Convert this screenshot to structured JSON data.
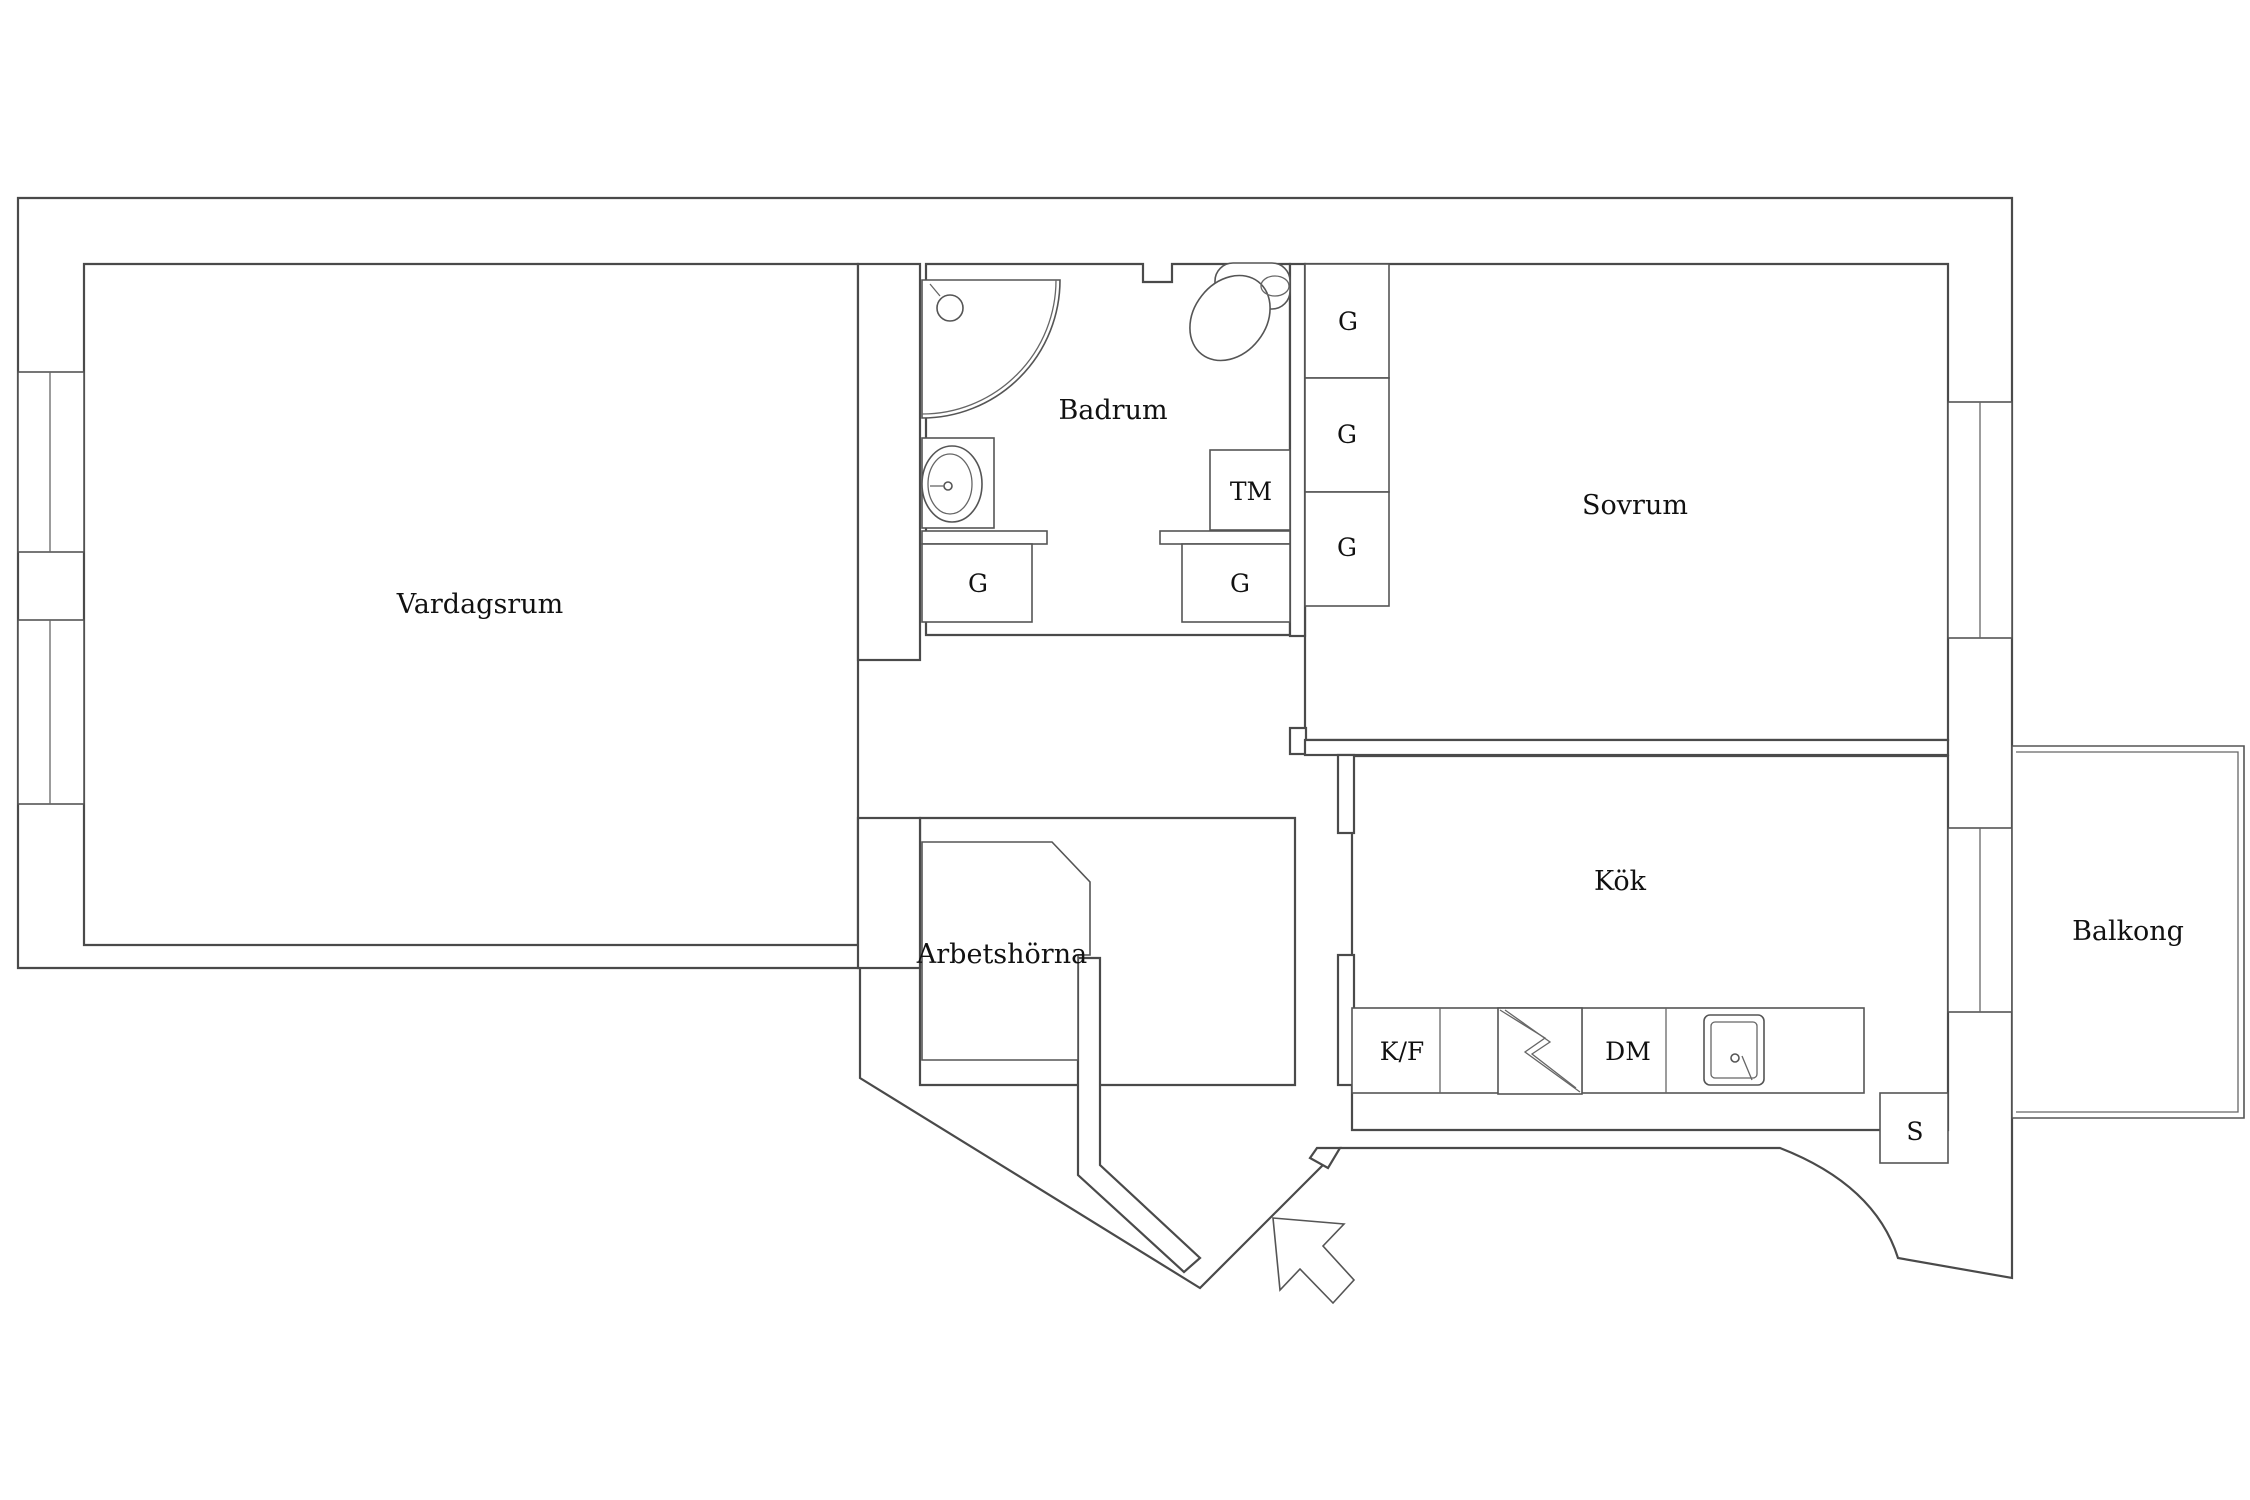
{
  "rooms": {
    "vardagsrum": "Vardagsrum",
    "badrum": "Badrum",
    "sovrum": "Sovrum",
    "kok": "Kök",
    "arbetshorna": "Arbetshörna",
    "balkong": "Balkong"
  },
  "fixtures": {
    "wardrobe_1": "G",
    "wardrobe_2": "G",
    "wardrobe_3": "G",
    "wardrobe_bath_left": "G",
    "wardrobe_bath_right": "G",
    "washing_machine": "TM",
    "fridge_freezer": "K/F",
    "dishwasher": "DM",
    "storage": "S"
  },
  "icons": {
    "entrance": "entrance-arrow-icon",
    "shower": "corner-shower-icon",
    "toilet": "toilet-icon",
    "washbasin": "washbasin-icon",
    "stove": "stove-icon",
    "sink": "kitchen-sink-icon"
  },
  "colors": {
    "line": "#4a4a4a",
    "background": "#ffffff",
    "text": "#111111"
  }
}
